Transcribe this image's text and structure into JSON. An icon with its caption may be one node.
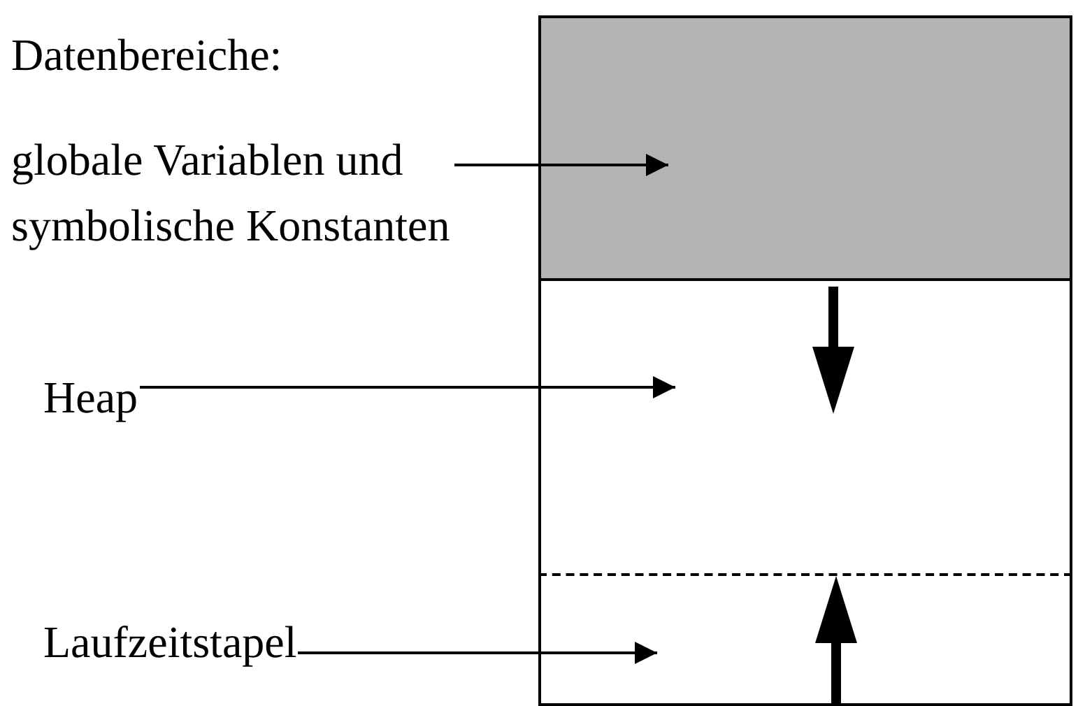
{
  "diagram": {
    "nodes": [
      {
        "text": [
          "globale Variablen und symbolische Konstanten"
        ]
      },
      {
        "text": [],
        "shape": "box"
      },
      {
        "text": [
          "Heap"
        ]
      },
      {
        "text": [],
        "shape": "box"
      },
      {
        "text": [
          "Laufzeitstapel"
        ]
      },
      {
        "text": [],
        "shape": "box"
      }
    ],
    "edges": [
      {
        "from": 0,
        "to": 1,
        "arrow": "to"
      },
      {
        "from": 2,
        "to": 3,
        "arrow": "to"
      },
      {
        "from": 4,
        "to": 5,
        "arrow": "to"
      }
    ],
    "labels": [
      "Datenbereiche:"
    ]
  }
}
